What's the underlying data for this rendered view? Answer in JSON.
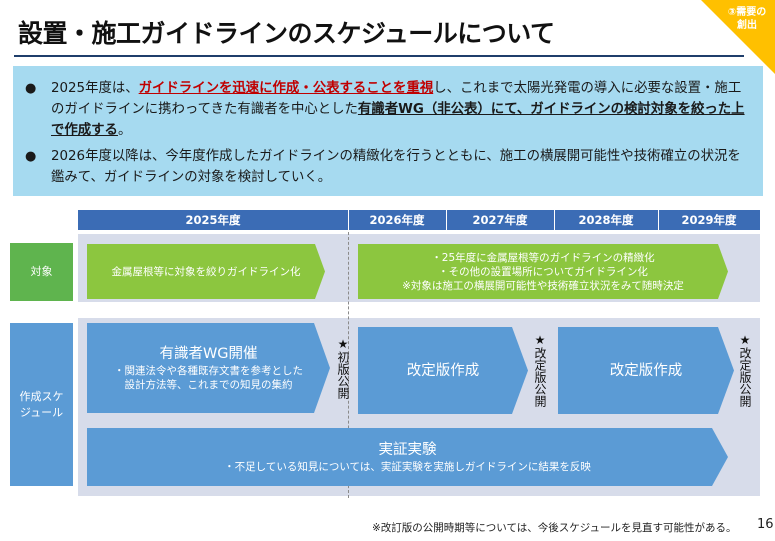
{
  "title": "設置・施工ガイドラインのスケジュールについて",
  "corner_badge": {
    "line1": "③需要の",
    "line2": "創出",
    "color": "#ffc000"
  },
  "bullets": {
    "b1": {
      "p1": "2025年度は、",
      "h1": "ガイドラインを迅速に作成・公表することを重視",
      "p2": "し、これまで太陽光発電の導入に必要な設置・施工のガイドラインに携わってきた有識者を中心とした",
      "h2": "有識者WG（非公表）にて、ガイドラインの検討対象を絞った上で作成する",
      "p3": "。"
    },
    "b2": "2026年度以降は、今年度作成したガイドラインの精緻化を行うとともに、施工の横展開可能性や技術確立の状況を鑑みて、ガイドラインの対象を検討していく。"
  },
  "years": [
    "2025年度",
    "2026年度",
    "2027年度",
    "2028年度",
    "2029年度"
  ],
  "rows": {
    "target": "対象",
    "schedule_line1": "作成スケ",
    "schedule_line2": "ジュール"
  },
  "target_arrows": {
    "a1": "金属屋根等に対象を絞りガイドライン化",
    "a2_l1": "・25年度に金属屋根等のガイドラインの精緻化",
    "a2_l2": "・その他の設置場所についてガイドライン化",
    "a2_l3": "※対象は施工の横展開可能性や技術確立状況をみて随時決定"
  },
  "schedule_arrows": {
    "wg_title": "有識者WG開催",
    "wg_l1": "・関連法令や各種既存文書を参考とした",
    "wg_l2": "設計方法等、これまでの知見の集約",
    "rev1": "改定版作成",
    "rev2": "改定版作成",
    "demo_title": "実証実験",
    "demo_l1": "・不足している知見については、実証実験を実施しガイドラインに結果を反映"
  },
  "publish_marks": {
    "first": "★初版公開",
    "rev_a": "★改定版公開",
    "rev_b": "★改定版公開"
  },
  "footnote": "※改訂版の公開時期等については、今後スケジュールを見直す可能性がある。",
  "page_number": "16",
  "colors": {
    "header_blue": "#3b6cb5",
    "green": "#8cc63f",
    "blue": "#5b9bd5",
    "panel": "#a6daf0",
    "highlight_red": "#c00000"
  }
}
